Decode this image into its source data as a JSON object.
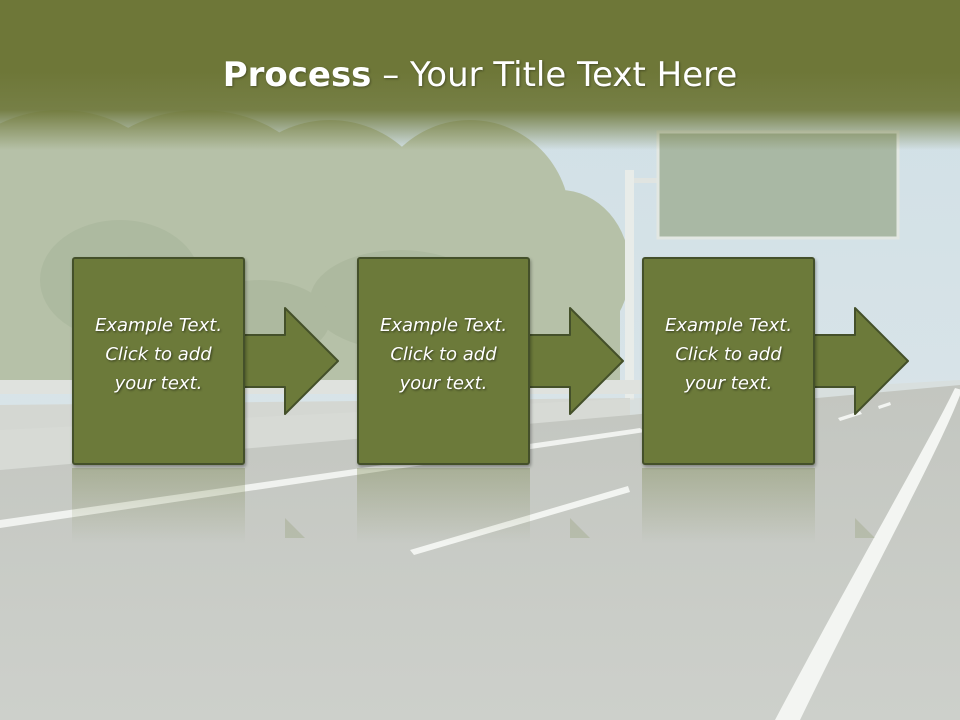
{
  "slide": {
    "title_bold": "Process",
    "title_rest": " – Your Title Text Here"
  },
  "steps": [
    {
      "text": "Example Text.\nClick  to add\nyour text."
    },
    {
      "text": "Example Text.\nClick  to add\nyour text."
    },
    {
      "text": "Example Text.\nClick  to add\nyour text."
    }
  ],
  "colors": {
    "title_bar": "#6e7738",
    "box_fill": "#6c7a3a",
    "box_border": "#44502a",
    "arrow_fill": "#6c7a3a",
    "text": "#ffffff"
  },
  "icons": [
    "right-arrow-icon",
    "right-arrow-icon",
    "right-arrow-icon"
  ]
}
